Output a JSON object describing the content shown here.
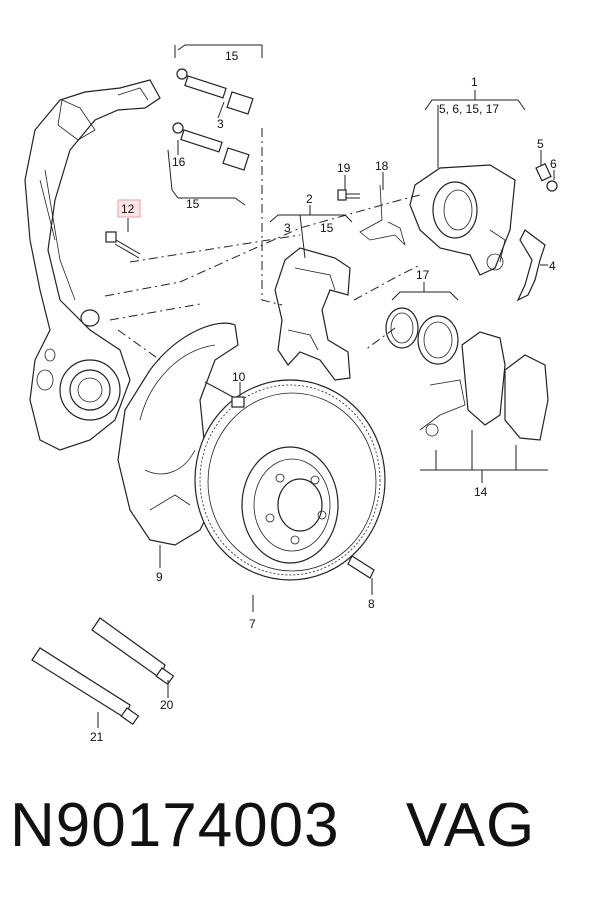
{
  "callouts": {
    "c1": "1",
    "c1_sub": "5, 6, 15, 17",
    "c2": "2",
    "c2_sub_a": "3",
    "c2_sub_b": "15",
    "c3": "3",
    "c4": "4",
    "c5": "5",
    "c6": "6",
    "c7": "7",
    "c8": "8",
    "c9": "9",
    "c10": "10",
    "c12": "12",
    "c14": "14",
    "c15_top": "15",
    "c15_left": "15",
    "c16": "16",
    "c17": "17",
    "c18": "18",
    "c19": "19",
    "c20": "20",
    "c21": "21"
  },
  "highlight_color": "#e8a0a8",
  "caption": {
    "part_number": "N90174003",
    "brand": "VAG"
  }
}
